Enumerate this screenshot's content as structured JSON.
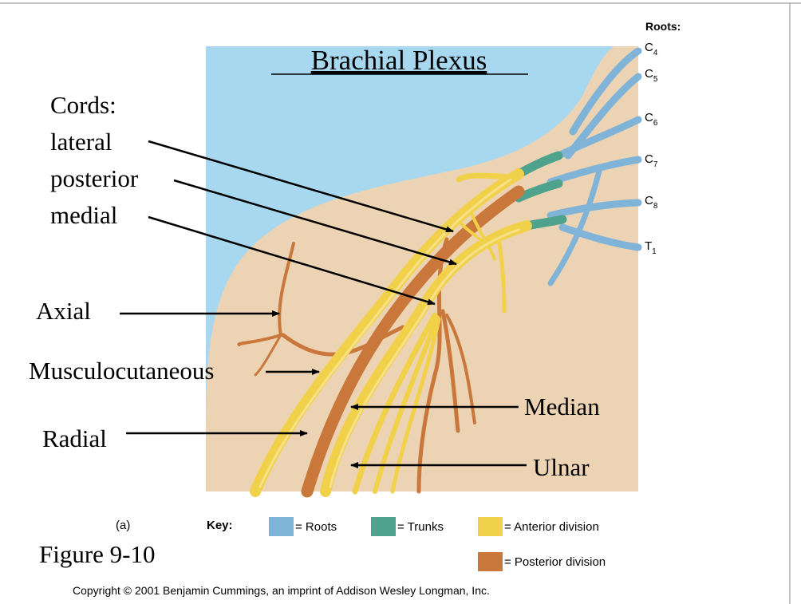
{
  "title": "Brachial Plexus",
  "roots_heading": "Roots:",
  "roots": [
    {
      "base": "C",
      "sub": "4"
    },
    {
      "base": "C",
      "sub": "5"
    },
    {
      "base": "C",
      "sub": "6"
    },
    {
      "base": "C",
      "sub": "7"
    },
    {
      "base": "C",
      "sub": "8"
    },
    {
      "base": "T",
      "sub": "1"
    }
  ],
  "cords_heading": "Cords:",
  "cords": [
    "lateral",
    "posterior",
    "medial"
  ],
  "nerves": {
    "axial": "Axial",
    "musculocutaneous": "Musculocutaneous",
    "radial": "Radial",
    "median": "Median",
    "ulnar": "Ulnar"
  },
  "panel_label": "(a)",
  "key": {
    "heading": "Key:",
    "roots": "= Roots",
    "trunks": "= Trunks",
    "anterior": "= Anterior division",
    "posterior": "= Posterior division"
  },
  "figure_label": "Figure 9-10",
  "copyright": "Copyright © 2001 Benjamin Cummings, an imprint of Addison Wesley Longman, Inc.",
  "colors": {
    "background_sky": "#a8d8f0",
    "skin": "#ecd3b3",
    "roots": "#7fb4d8",
    "trunks": "#4fa38d",
    "anterior": "#f2d14a",
    "posterior": "#c9773a"
  }
}
